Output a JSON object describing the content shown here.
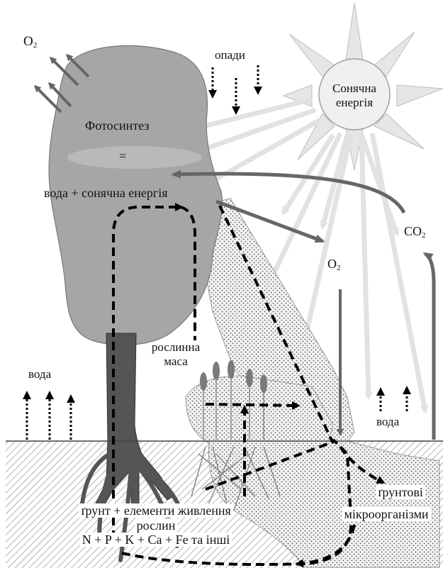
{
  "labels": {
    "o2_top_base": "O",
    "o2_top_sub": "2",
    "precipitation": "опади",
    "sun_line1": "Сонячна",
    "sun_line2": "енергія",
    "photosynthesis": "Фотосинтез",
    "equals": "=",
    "formula": "вода + сонячна енергія",
    "co2_base": "CO",
    "co2_sub": "2",
    "o2_right_base": "O",
    "o2_right_sub": "2",
    "plant_mass_line1": "рослинна",
    "plant_mass_line2": "маса",
    "water_left": "вода",
    "water_right": "вода",
    "soil_line1": "ґрунт + елементи живлення",
    "soil_line2": "рослин",
    "soil_line3": "N + P + K + Ca + Fe та інші",
    "microbes_line1": "ґрунтові",
    "microbes_line2": "мікроорганізми"
  },
  "colors": {
    "crown": "#a6a6a6",
    "trunk": "#555555",
    "soil_hatch": "#8a8a8a",
    "dotted_band": "#f3f3f3",
    "sun_fill": "#f0f0f0",
    "ray_fill": "#e6e6e6",
    "arrow_dark": "#666666",
    "light_arrow": "#e2e2e2",
    "dashed_flow": "#000000"
  }
}
